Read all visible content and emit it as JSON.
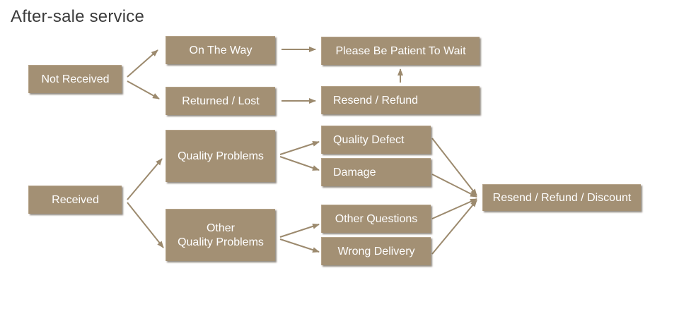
{
  "title": "After-sale service",
  "colors": {
    "box_fill": "#a39074",
    "arrow": "#9c8a6e",
    "text": "#ffffff"
  },
  "nodes": {
    "not_received": "Not Received",
    "on_the_way": "On The Way",
    "returned_lost": "Returned / Lost",
    "please_wait": "Please Be Patient To Wait",
    "resend_refund": "Resend / Refund",
    "received": "Received",
    "quality_problems": "Quality Problems",
    "other_quality_problems": "Other\nQuality Problems",
    "quality_defect": "Quality Defect",
    "damage": "Damage",
    "other_questions": "Other Questions",
    "wrong_delivery": "Wrong Delivery",
    "resend_refund_discount": "Resend / Refund / Discount"
  }
}
